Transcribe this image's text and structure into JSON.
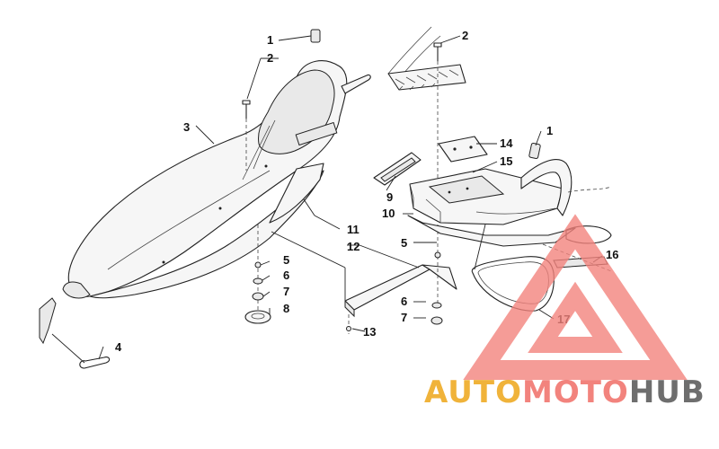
{
  "diagram": {
    "callouts": [
      "1",
      "2",
      "3",
      "4",
      "5",
      "6",
      "7",
      "8",
      "9",
      "10",
      "11",
      "12",
      "13",
      "14",
      "15",
      "16",
      "17"
    ]
  },
  "watermark": {
    "part1": "AUTO",
    "part2": "MOTO",
    "part3": "HUB",
    "colors": {
      "part1": "#f0b33a",
      "part2": "#f2837d",
      "part3": "#6e6e6e",
      "triangle": "#f2837d"
    }
  }
}
